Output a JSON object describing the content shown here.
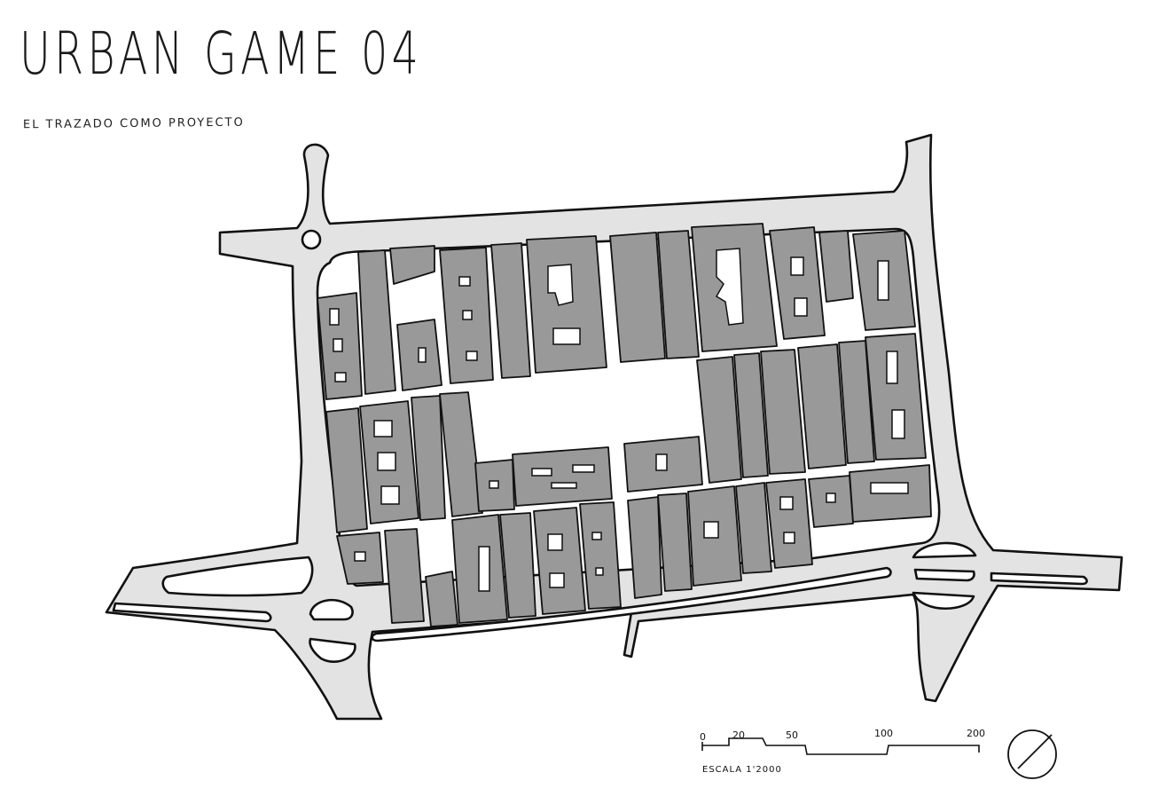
{
  "title": "URBAN GAME 04",
  "subtitle": "EL TRAZADO COMO PROYECTO",
  "scale": {
    "ticks": [
      "0",
      "20",
      "50",
      "100",
      "200"
    ],
    "label": "ESCALA 1'2000"
  },
  "icons": {
    "north": "north-arrow-icon"
  },
  "colors": {
    "road": "#e3e3e3",
    "block": "#999999",
    "line": "#111111"
  }
}
